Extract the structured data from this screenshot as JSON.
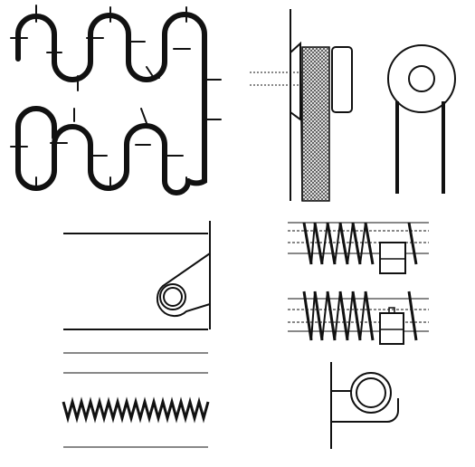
{
  "figure": {
    "background": "#ffffff",
    "ink": "#111111",
    "hatch": "#444444",
    "panels": [
      {
        "id": "serpentine-coil",
        "description_visible": false
      },
      {
        "id": "drum-side-section",
        "description_visible": false
      },
      {
        "id": "pulley-front-view",
        "description_visible": false
      },
      {
        "id": "hinge-bracket",
        "description_visible": false
      },
      {
        "id": "helical-spring-pair",
        "description_visible": false
      },
      {
        "id": "zigzag-spring",
        "description_visible": false
      },
      {
        "id": "eye-bracket",
        "description_visible": false
      }
    ]
  }
}
